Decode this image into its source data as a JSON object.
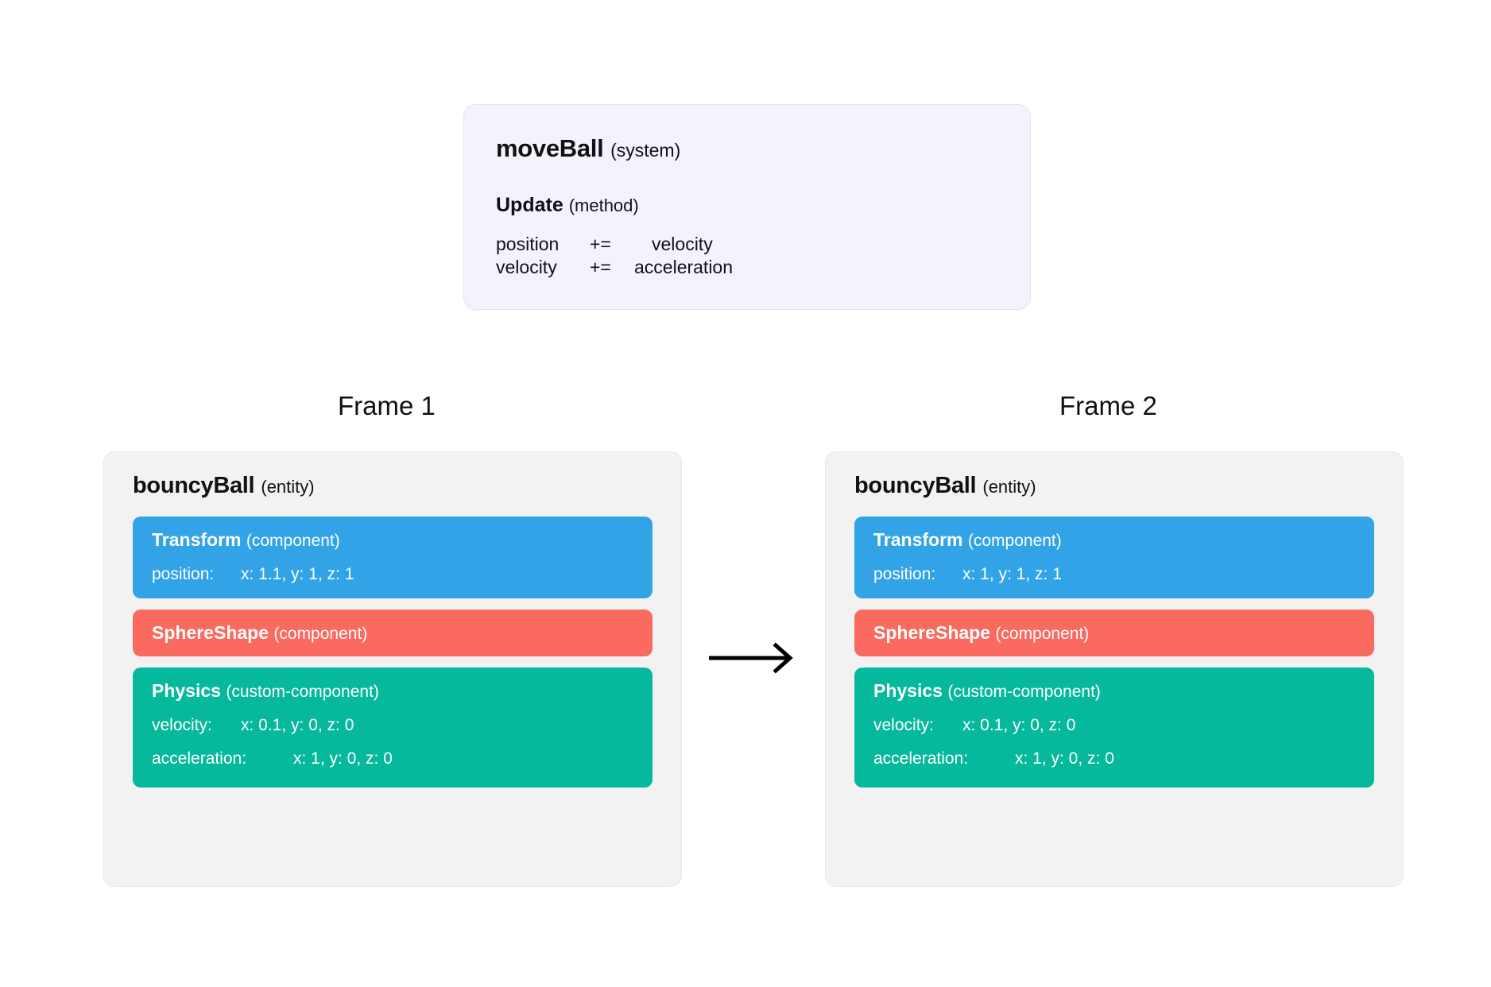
{
  "system": {
    "name": "moveBall",
    "kind": "(system)",
    "method_name": "Update",
    "method_kind": "(method)",
    "code": [
      {
        "lhs": "position",
        "op": "+=",
        "rhs": "velocity"
      },
      {
        "lhs": "velocity",
        "op": "+=",
        "rhs": "acceleration"
      }
    ]
  },
  "frames": [
    {
      "label": "Frame 1",
      "entity_name": "bouncyBall",
      "entity_kind": "(entity)",
      "components": [
        {
          "name": "Transform",
          "kind": "(component)",
          "color": "#33a3e8",
          "rows": [
            {
              "field": "position:",
              "value": "x: 1.1, y: 1, z: 1"
            }
          ]
        },
        {
          "name": "SphereShape",
          "kind": "(component)",
          "color": "#fb6a5e",
          "rows": []
        },
        {
          "name": "Physics",
          "kind": "(custom-component)",
          "color": "#06b89c",
          "rows": [
            {
              "field": "velocity:",
              "value": "x: 0.1, y: 0, z: 0"
            },
            {
              "field": "acceleration:",
              "value": "x: 1, y: 0, z: 0"
            }
          ]
        }
      ]
    },
    {
      "label": "Frame 2",
      "entity_name": "bouncyBall",
      "entity_kind": "(entity)",
      "components": [
        {
          "name": "Transform",
          "kind": "(component)",
          "color": "#33a3e8",
          "rows": [
            {
              "field": "position:",
              "value": "x: 1, y: 1, z: 1"
            }
          ]
        },
        {
          "name": "SphereShape",
          "kind": "(component)",
          "color": "#fb6a5e",
          "rows": []
        },
        {
          "name": "Physics",
          "kind": "(custom-component)",
          "color": "#06b89c",
          "rows": [
            {
              "field": "velocity:",
              "value": "x: 0.1, y: 0, z: 0"
            },
            {
              "field": "acceleration:",
              "value": "x: 1, y: 0, z: 0"
            }
          ]
        }
      ]
    }
  ],
  "connector": {
    "icon": "arrow-right-icon"
  },
  "colors": {
    "system_box_bg": "#f5f2fd",
    "card_bg": "#f2f2f2",
    "transform": "#33a3e8",
    "sphereshape": "#fb6a5e",
    "physics": "#06b89c",
    "page_bg": "#ffffff"
  }
}
